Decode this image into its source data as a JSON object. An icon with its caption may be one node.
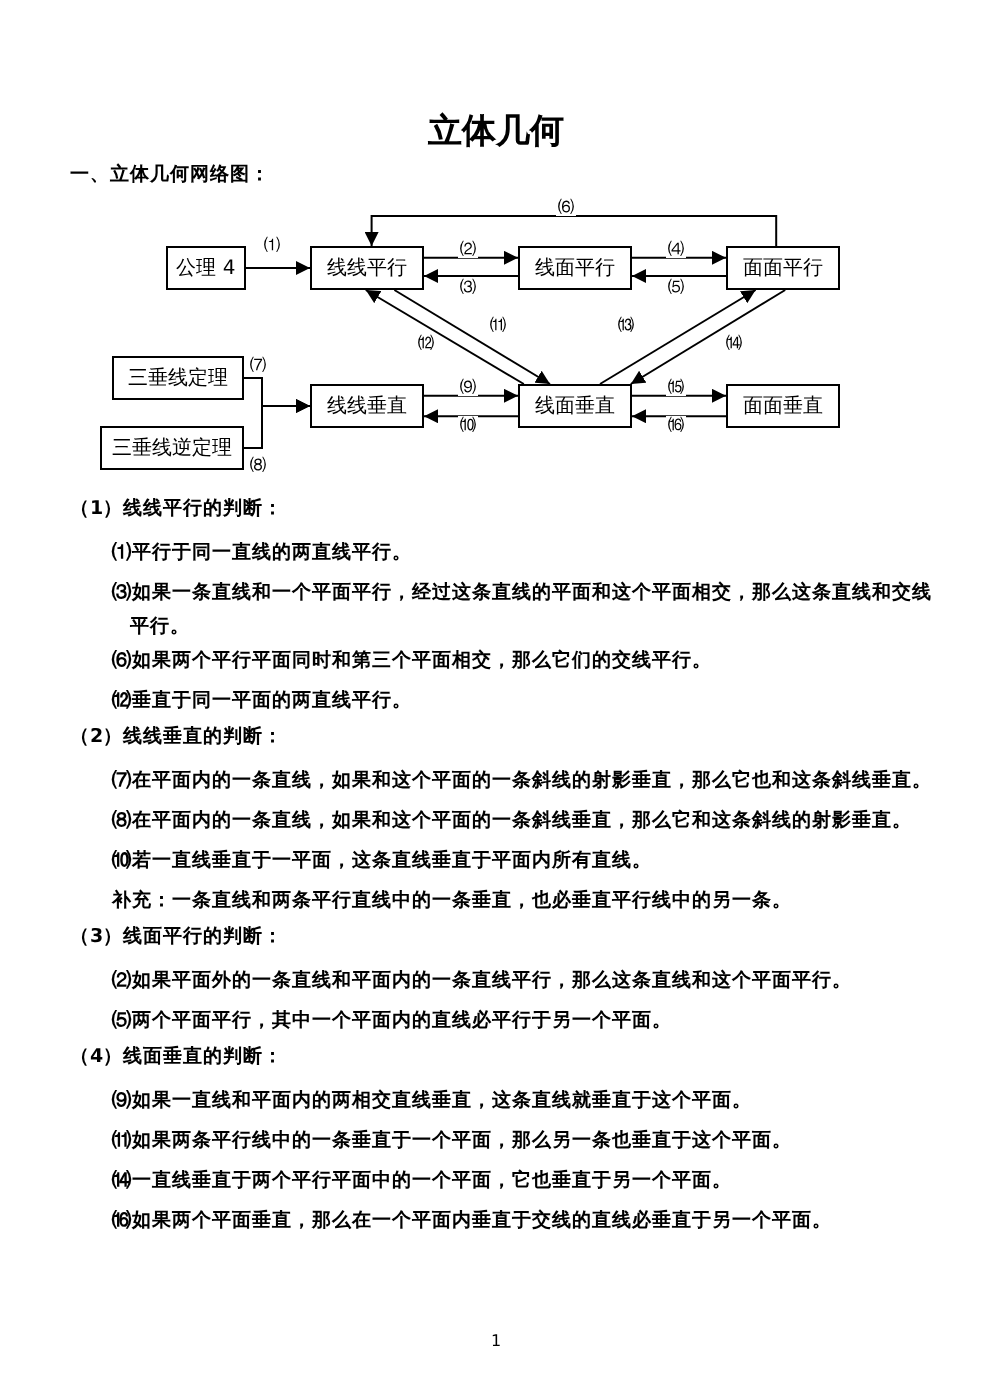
{
  "diagram": {
    "title": "立体几何",
    "nodes": [
      {
        "text": [
          "公理 4"
        ]
      },
      {
        "text": [
          "线线平行"
        ]
      },
      {
        "text": [
          "线面平行"
        ]
      },
      {
        "text": [
          "面面平行"
        ]
      },
      {
        "text": [
          "三垂线定理"
        ]
      },
      {
        "text": [
          "三垂线逆定理"
        ]
      },
      {
        "text": [
          "线线垂直"
        ]
      },
      {
        "text": [
          "线面垂直"
        ]
      },
      {
        "text": [
          "面面垂直"
        ]
      }
    ],
    "edges": [
      {
        "from": 0,
        "to": 1,
        "arrow": "to",
        "label": "⑴"
      },
      {
        "from": 1,
        "to": 2,
        "arrow": "to",
        "label": "⑵"
      },
      {
        "from": 2,
        "to": 1,
        "arrow": "to",
        "label": "⑶"
      },
      {
        "from": 2,
        "to": 3,
        "arrow": "to",
        "label": "⑷"
      },
      {
        "from": 3,
        "to": 2,
        "arrow": "to",
        "label": "⑸"
      },
      {
        "from": 3,
        "to": 1,
        "arrow": "to",
        "label": "⑹"
      },
      {
        "from": 4,
        "to": 6,
        "arrow": "to",
        "label": "⑺"
      },
      {
        "from": 5,
        "to": 6,
        "arrow": "to",
        "label": "⑻"
      },
      {
        "from": 6,
        "to": 7,
        "arrow": "to",
        "label": "⑼"
      },
      {
        "from": 7,
        "to": 6,
        "arrow": "to",
        "label": "⑽"
      },
      {
        "from": 1,
        "to": 7,
        "arrow": "to",
        "label": "⑾"
      },
      {
        "from": 7,
        "to": 1,
        "arrow": "to",
        "label": "⑿"
      },
      {
        "from": 7,
        "to": 3,
        "arrow": "to",
        "label": "⒀"
      },
      {
        "from": 3,
        "to": 7,
        "arrow": "to",
        "label": "⒁"
      },
      {
        "from": 7,
        "to": 8,
        "arrow": "to",
        "label": "⒂"
      },
      {
        "from": 8,
        "to": 7,
        "arrow": "to",
        "label": "⒃"
      }
    ],
    "labels": [
      "一、立体几何网络图：",
      "（1）线线平行的判断：",
      "⑴平行于同一直线的两直线平行。",
      "⑶如果一条直线和一个平面平行，经过这条直线的平面和这个平面相交，那么这条直线和交线平行。",
      "⑹如果两个平行平面同时和第三个平面相交，那么它们的交线平行。",
      "⑿垂直于同一平面的两直线平行。",
      "（2）线线垂直的判断：",
      "⑺在平面内的一条直线，如果和这个平面的一条斜线的射影垂直，那么它也和这条斜线垂直。",
      "⑻在平面内的一条直线，如果和这个平面的一条斜线垂直，那么它和这条斜线的射影垂直。",
      "⑽若一直线垂直于一平面，这条直线垂直于平面内所有直线。",
      "补充：一条直线和两条平行直线中的一条垂直，也必垂直平行线中的另一条。",
      "（3）线面平行的判断：",
      "⑵如果平面外的一条直线和平面内的一条直线平行，那么这条直线和这个平面平行。",
      "⑸两个平面平行，其中一个平面内的直线必平行于另一个平面。",
      "（4）线面垂直的判断：",
      "⑼如果一直线和平面内的两相交直线垂直，这条直线就垂直于这个平面。",
      "⑾如果两条平行线中的一条垂直于一个平面，那么另一条也垂直于这个平面。",
      "⒁一直线垂直于两个平行平面中的一个平面，它也垂直于另一个平面。",
      "⒃如果两个平面垂直，那么在一个平面内垂直于交线的直线必垂直于另一个平面。",
      "1"
    ]
  }
}
